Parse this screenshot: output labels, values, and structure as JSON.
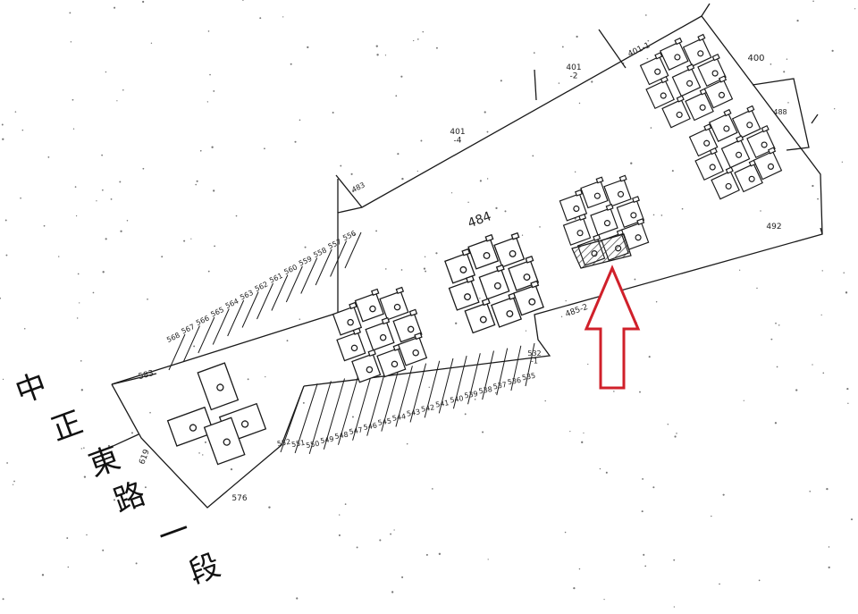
{
  "map": {
    "road_name_chars": [
      "中",
      "正",
      "東",
      "路",
      "一",
      "段"
    ],
    "main_lot": "484",
    "parcels_top": [
      "401-1",
      "401\n-2",
      "401\n-4",
      "483",
      "400",
      "488"
    ],
    "parcels_right": [
      "492",
      "485-2"
    ],
    "parcels_left_strip": [
      "556",
      "557",
      "558",
      "559",
      "560",
      "561",
      "562",
      "563",
      "564",
      "565",
      "566",
      "567",
      "568"
    ],
    "parcels_bottom_strip": [
      "552",
      "551",
      "550",
      "549",
      "548",
      "547",
      "546",
      "545",
      "544",
      "543",
      "542",
      "541",
      "540",
      "539",
      "538",
      "537",
      "536",
      "535"
    ],
    "parcels_misc": [
      "583",
      "619",
      "576",
      "532\n-1"
    ],
    "arrow": {
      "color": "#d0202a",
      "direction": "up"
    },
    "line_color": "#1a1a1a",
    "hatch_color": "#333333"
  }
}
